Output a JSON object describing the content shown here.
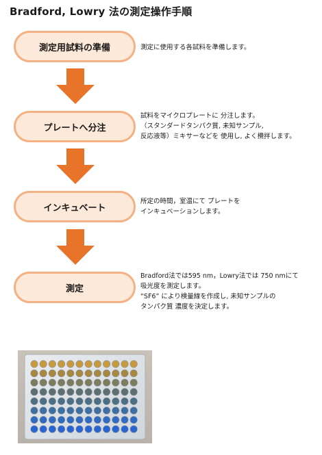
{
  "title": "Bradford,  Lowry 法の測定操作手順",
  "steps": [
    {
      "label": "測定用試料の準備",
      "description": [
        "測定に使用する各試料を準備します。"
      ]
    },
    {
      "label": "プレートへ分注",
      "description": [
        "試料をマイクロプレートに 分注します。",
        "（スタンダードタンパク質, 未知サンプル,",
        "反応液等）ミキサーなどを 使用し, よく攪拌します。"
      ]
    },
    {
      "label": "インキュベート",
      "description": [
        "所定の時間，室温にて プレートを",
        "インキュベーションします。"
      ]
    },
    {
      "label": "測定",
      "description": [
        "Bradford法では595 nm，Lowry法では 750 nmにて",
        "吸光度を測定します。",
        "“SF6” により検量線を作成し, 未知サンプルの",
        "タンパク質 濃度を決定します。"
      ]
    }
  ],
  "colors": {
    "box_fill": "#fde9d9",
    "box_border": "#f4b183",
    "arrow": "#e8742a"
  },
  "photo": {
    "description_icon": "microplate-photo",
    "rows": 8,
    "columns": 12
  }
}
